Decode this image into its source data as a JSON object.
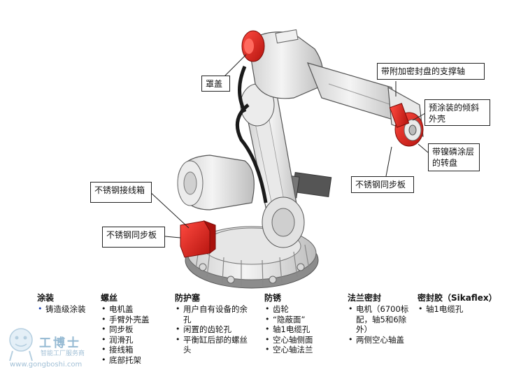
{
  "callouts": {
    "hood": "罩盖",
    "support_shaft": "带附加密封盘的支撑轴",
    "tilt_housing": "预涂装的倾斜外壳",
    "turntable": "带镍磷涂层的转盘",
    "sync_plate_right": "不锈钢同步板",
    "junction_box": "不锈钢接线箱",
    "sync_plate_left": "不锈钢同步板"
  },
  "sections": [
    {
      "id": "coating",
      "title": "涂装",
      "items": [
        "铸造级涂装"
      ]
    },
    {
      "id": "screws",
      "title": "螺丝",
      "items": [
        "电机盖",
        "手臂外壳盖",
        "同步板",
        "润滑孔",
        "接线箱",
        "底部托架"
      ]
    },
    {
      "id": "plugs",
      "title": "防护塞",
      "items": [
        "用户自有设备的余孔",
        "闲置的齿轮孔",
        "平衡缸后部的螺丝头"
      ]
    },
    {
      "id": "rust",
      "title": "防锈",
      "items": [
        "齿轮",
        "“隐蔽面”",
        "轴1电缆孔",
        "空心轴侧面",
        "空心轴法兰"
      ]
    },
    {
      "id": "flange",
      "title": "法兰密封",
      "items": [
        "电机（6700标配，轴5和6除外）",
        "两侧空心轴盖"
      ]
    },
    {
      "id": "sealant",
      "title": "密封胶（Sikaflex）",
      "items": [
        "轴1电缆孔"
      ]
    }
  ],
  "watermark": {
    "brand": "工博士",
    "subtitle": "智能工厂服务商",
    "url": "www.gongboshi.com"
  },
  "colors": {
    "accent_red": "#d8231f",
    "bullet_blue": "#1a3fb0",
    "outline": "#222222"
  }
}
